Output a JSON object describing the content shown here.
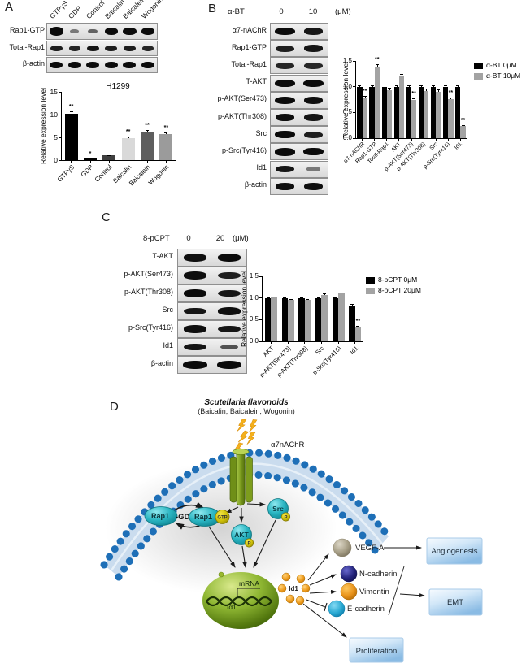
{
  "panelA": {
    "label": "A",
    "blot": {
      "lanes": [
        "GTPγS",
        "GDP",
        "Control",
        "Baicalin",
        "Baicalein",
        "Wogonin"
      ],
      "rows": [
        {
          "label": "Rap1-GTP",
          "bands": [
            1.35,
            0.35,
            0.5,
            1.2,
            1.25,
            1.1
          ]
        },
        {
          "label": "Total-Rap1",
          "bands": [
            0.95,
            0.9,
            1.0,
            0.95,
            0.95,
            0.9
          ]
        },
        {
          "label": "β-actin",
          "bands": [
            1.1,
            1.1,
            1.15,
            1.15,
            1.1,
            1.1
          ]
        }
      ]
    }
  },
  "panelB": {
    "label": "B",
    "header": {
      "treatment": "α-BT",
      "doses": [
        "0",
        "10"
      ],
      "unit": "(μM)"
    },
    "blot": {
      "rows": [
        {
          "label": "α7-nAChR",
          "bands": [
            1.15,
            1.0
          ]
        },
        {
          "label": "Rap1-GTP",
          "bands": [
            0.95,
            1.0
          ]
        },
        {
          "label": "Total-Rap1",
          "bands": [
            0.9,
            0.9
          ]
        },
        {
          "label": "T-AKT",
          "bands": [
            1.1,
            1.15
          ]
        },
        {
          "label": "p-AKT(Ser473)",
          "bands": [
            1.2,
            1.05
          ]
        },
        {
          "label": "p-AKT(Thr308)",
          "bands": [
            1.05,
            1.0
          ]
        },
        {
          "label": "Src",
          "bands": [
            1.1,
            0.95
          ]
        },
        {
          "label": "p-Src(Tyr416)",
          "bands": [
            1.2,
            1.1
          ]
        },
        {
          "label": "Id1",
          "bands": [
            1.0,
            0.35
          ]
        },
        {
          "label": "β-actin",
          "bands": [
            1.05,
            1.05
          ]
        }
      ]
    }
  },
  "panelC": {
    "label": "C",
    "header": {
      "treatment": "8-pCPT",
      "doses": [
        "0",
        "20"
      ],
      "unit": "(μM)"
    },
    "blot": {
      "rows": [
        {
          "label": "T-AKT",
          "bands": [
            1.05,
            1.1
          ]
        },
        {
          "label": "p-AKT(Ser473)",
          "bands": [
            1.05,
            0.95
          ]
        },
        {
          "label": "p-AKT(Thr308)",
          "bands": [
            1.1,
            1.0
          ]
        },
        {
          "label": "Src",
          "bands": [
            1.0,
            1.05
          ]
        },
        {
          "label": "p-Src(Tyr416)",
          "bands": [
            1.05,
            1.0
          ]
        },
        {
          "label": "Id1",
          "bands": [
            1.0,
            0.6
          ]
        },
        {
          "label": "β-actin",
          "bands": [
            1.2,
            1.2
          ]
        }
      ]
    }
  },
  "panelD": {
    "label": "D",
    "stimulus": {
      "title": "Scutellaria flavonoids",
      "subtitle": "(Baicalin, Baicalein, Wogonin)"
    },
    "receptor": {
      "label": "α7nAChR"
    },
    "signaling": {
      "rap1_inactive": "Rap1",
      "rap1_inactive_suffix": "-GDP",
      "rap1_active": "Rap1",
      "rap1_active_badge": "GTP",
      "akt": "AKT",
      "src": "Src",
      "phospho_badge": "P"
    },
    "nucleus": {
      "mrna": "mRNA",
      "gene": "Id1"
    },
    "id1_protein": "Id1",
    "targets": [
      {
        "label": "VEGF-A",
        "color": "#b2a98f"
      },
      {
        "label": "N-cadherin",
        "color": "#24247c"
      },
      {
        "label": "Vimentin",
        "color": "#e8921a"
      },
      {
        "label": "E-cadherin",
        "color": "#2aa9d2"
      }
    ],
    "outcomes": {
      "angiogenesis": "Angiogenesis",
      "emt": "EMT",
      "proliferation": "Proliferation"
    }
  },
  "chart_data": [
    {
      "panel": "A",
      "type": "bar",
      "title": "H1299",
      "ylabel": "Relative expression level",
      "categories": [
        "GTPγS",
        "GDP",
        "Control",
        "Baicalin",
        "Baicalein",
        "Wogonin"
      ],
      "values": [
        10.2,
        0.3,
        1.0,
        4.9,
        6.3,
        5.8
      ],
      "errors": [
        0.45,
        0.12,
        0.15,
        0.3,
        0.3,
        0.35
      ],
      "sig": [
        "**",
        "*",
        "",
        "**",
        "**",
        "**"
      ],
      "bar_colors": [
        "#000000",
        "#000000",
        "#3f3f3f",
        "#d9d9d9",
        "#5e5e5e",
        "#9b9b9b"
      ],
      "ylim": [
        0,
        15
      ],
      "ytick_values": [
        0,
        5,
        10,
        15
      ],
      "ytick_labels": [
        "0",
        "5",
        "10",
        "15"
      ],
      "grid": false,
      "legend_position": "none"
    },
    {
      "panel": "B",
      "type": "bar",
      "ylabel": "Relative expression level",
      "categories": [
        "α7-nAChR",
        "Rap1-GTP",
        "Total-Rap1",
        "AKT",
        "p-AKT(Ser473)",
        "p-AKT(Thr308)",
        "Src",
        "p-Src(Tyr416)",
        "Id1"
      ],
      "series": [
        {
          "name": "α-BT 0μM",
          "color": "#000000",
          "values": [
            1,
            1,
            1,
            1,
            1,
            1,
            1,
            1,
            1
          ],
          "errors": [
            0.03,
            0.03,
            0.04,
            0.02,
            0.03,
            0.02,
            0.03,
            0.03,
            0.02
          ],
          "sig": [
            "",
            "",
            "",
            "",
            "",
            "",
            "",
            "",
            ""
          ]
        },
        {
          "name": "α-BT 10μM",
          "color": "#a3a3a3",
          "values": [
            0.78,
            1.37,
            0.93,
            1.21,
            0.75,
            0.92,
            0.9,
            0.76,
            0.23
          ],
          "errors": [
            0.04,
            0.06,
            0.05,
            0.03,
            0.03,
            0.04,
            0.05,
            0.03,
            0.02
          ],
          "sig": [
            "**",
            "**",
            "",
            "",
            "**",
            "",
            "",
            "**",
            "**"
          ]
        }
      ],
      "ylim": [
        0,
        1.5
      ],
      "ytick_values": [
        0,
        0.5,
        1,
        1.5
      ],
      "ytick_labels": [
        "0.0",
        "0.5",
        "1.0",
        "1.5"
      ],
      "grid": false,
      "legend_position": "right"
    },
    {
      "panel": "C",
      "type": "bar",
      "ylabel": "Relative expression level",
      "categories": [
        "AKT",
        "p-AKT(Ser473)",
        "p-AKT(Thr308)",
        "Src",
        "p-Src(Tyr416)",
        "Id1"
      ],
      "series": [
        {
          "name": "8-pCPT 0μM",
          "color": "#000000",
          "values": [
            1,
            1,
            1,
            1,
            1,
            0.8
          ],
          "errors": [
            0.02,
            0.02,
            0.02,
            0.02,
            0.02,
            0.07
          ],
          "sig": [
            "",
            "",
            "",
            "",
            "",
            ""
          ]
        },
        {
          "name": "8-pCPT 20μM",
          "color": "#a3a3a3",
          "values": [
            1.02,
            0.96,
            0.95,
            1.06,
            1.1,
            0.33
          ],
          "errors": [
            0.02,
            0.02,
            0.02,
            0.04,
            0.02,
            0.03
          ],
          "sig": [
            "",
            "",
            "",
            "",
            "",
            "**"
          ]
        }
      ],
      "ylim": [
        0,
        1.5
      ],
      "ytick_values": [
        0,
        0.5,
        1,
        1.5
      ],
      "ytick_labels": [
        "0.0",
        "0.5",
        "1.0",
        "1.5"
      ],
      "grid": false,
      "legend_position": "right"
    }
  ]
}
